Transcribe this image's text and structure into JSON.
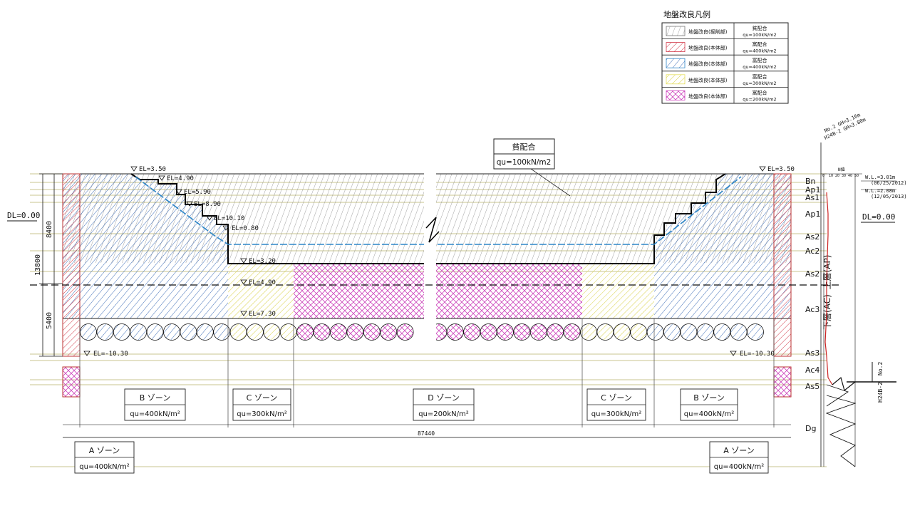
{
  "legend": {
    "title": "地盤改良凡例",
    "rows": [
      {
        "label": "地盤改良(掘削部)",
        "spec1": "貧配合",
        "spec2": "qu=100kN/m2",
        "color": "#777777"
      },
      {
        "label": "地盤改良(本体部)",
        "spec1": "富配合",
        "spec2": "qu=400kN/m2",
        "color": "#d23a4a"
      },
      {
        "label": "地盤改良(本体部)",
        "spec1": "富配合",
        "spec2": "qu=400kN/m2",
        "color": "#2d86c8"
      },
      {
        "label": "地盤改良(本体部)",
        "spec1": "富配合",
        "spec2": "qu=300kN/m2",
        "color": "#e6e060"
      },
      {
        "label": "地盤改良(本体部)",
        "spec1": "富配合",
        "spec2": "qu=200kN/m2",
        "color": "#d040c0"
      }
    ]
  },
  "callout": {
    "title": "貧配合",
    "value": "qu=100kN/m2"
  },
  "elevations": {
    "top_left": "EL=3.50",
    "top_right": "EL=3.50",
    "s1": "EL=4.90",
    "s2": "EL=5.90",
    "s3": "EL=8.90",
    "s4": "EL=10.10",
    "s5": "EL=0.80",
    "m1": "EL=3.20",
    "m2": "EL=4.90",
    "m3": "EL=7.30",
    "bottom_left": "EL=-10.30",
    "bottom_right": "EL=-10.30"
  },
  "dl_left": "DL=0.00",
  "dl_right": "DL=0.00",
  "dims": {
    "d8400": "8400",
    "d13800": "13800",
    "d5400": "5400",
    "width": "87440"
  },
  "zones": [
    {
      "name": "B ゾーン",
      "qu": "qu=400kN/m²"
    },
    {
      "name": "C ゾーン",
      "qu": "qu=300kN/m²"
    },
    {
      "name": "D ゾーン",
      "qu": "qu=200kN/m²"
    },
    {
      "name": "C ゾーン",
      "qu": "qu=300kN/m²"
    },
    {
      "name": "B ゾーン",
      "qu": "qu=400kN/m²"
    },
    {
      "name": "A ゾーン",
      "qu": "qu=400kN/m²"
    },
    {
      "name": "A ゾーン",
      "qu": "qu=400kN/m²"
    }
  ],
  "strata": [
    "Bn",
    "Ap1",
    "As1",
    "Ap1",
    "As2",
    "Ac2",
    "As2",
    "Ac3",
    "As3",
    "Ac4",
    "As5",
    "Dg"
  ],
  "layer_upper": "上層(AP)",
  "layer_lower": "下層(AC)",
  "boring": {
    "no2": "No.2 GH=3.16m",
    "h24": "H24B-2 GH=3.80m",
    "nval": "N値",
    "scale": [
      "0",
      "10",
      "20",
      "30",
      "40",
      "50"
    ],
    "wl1": "W.L.=3.01m",
    "wl1date": "(06/25/2012)",
    "wl2": "W.L.=2.08m",
    "wl2date": "(12/05/2013)",
    "side": "H24B-2",
    "side2": "No.2"
  }
}
